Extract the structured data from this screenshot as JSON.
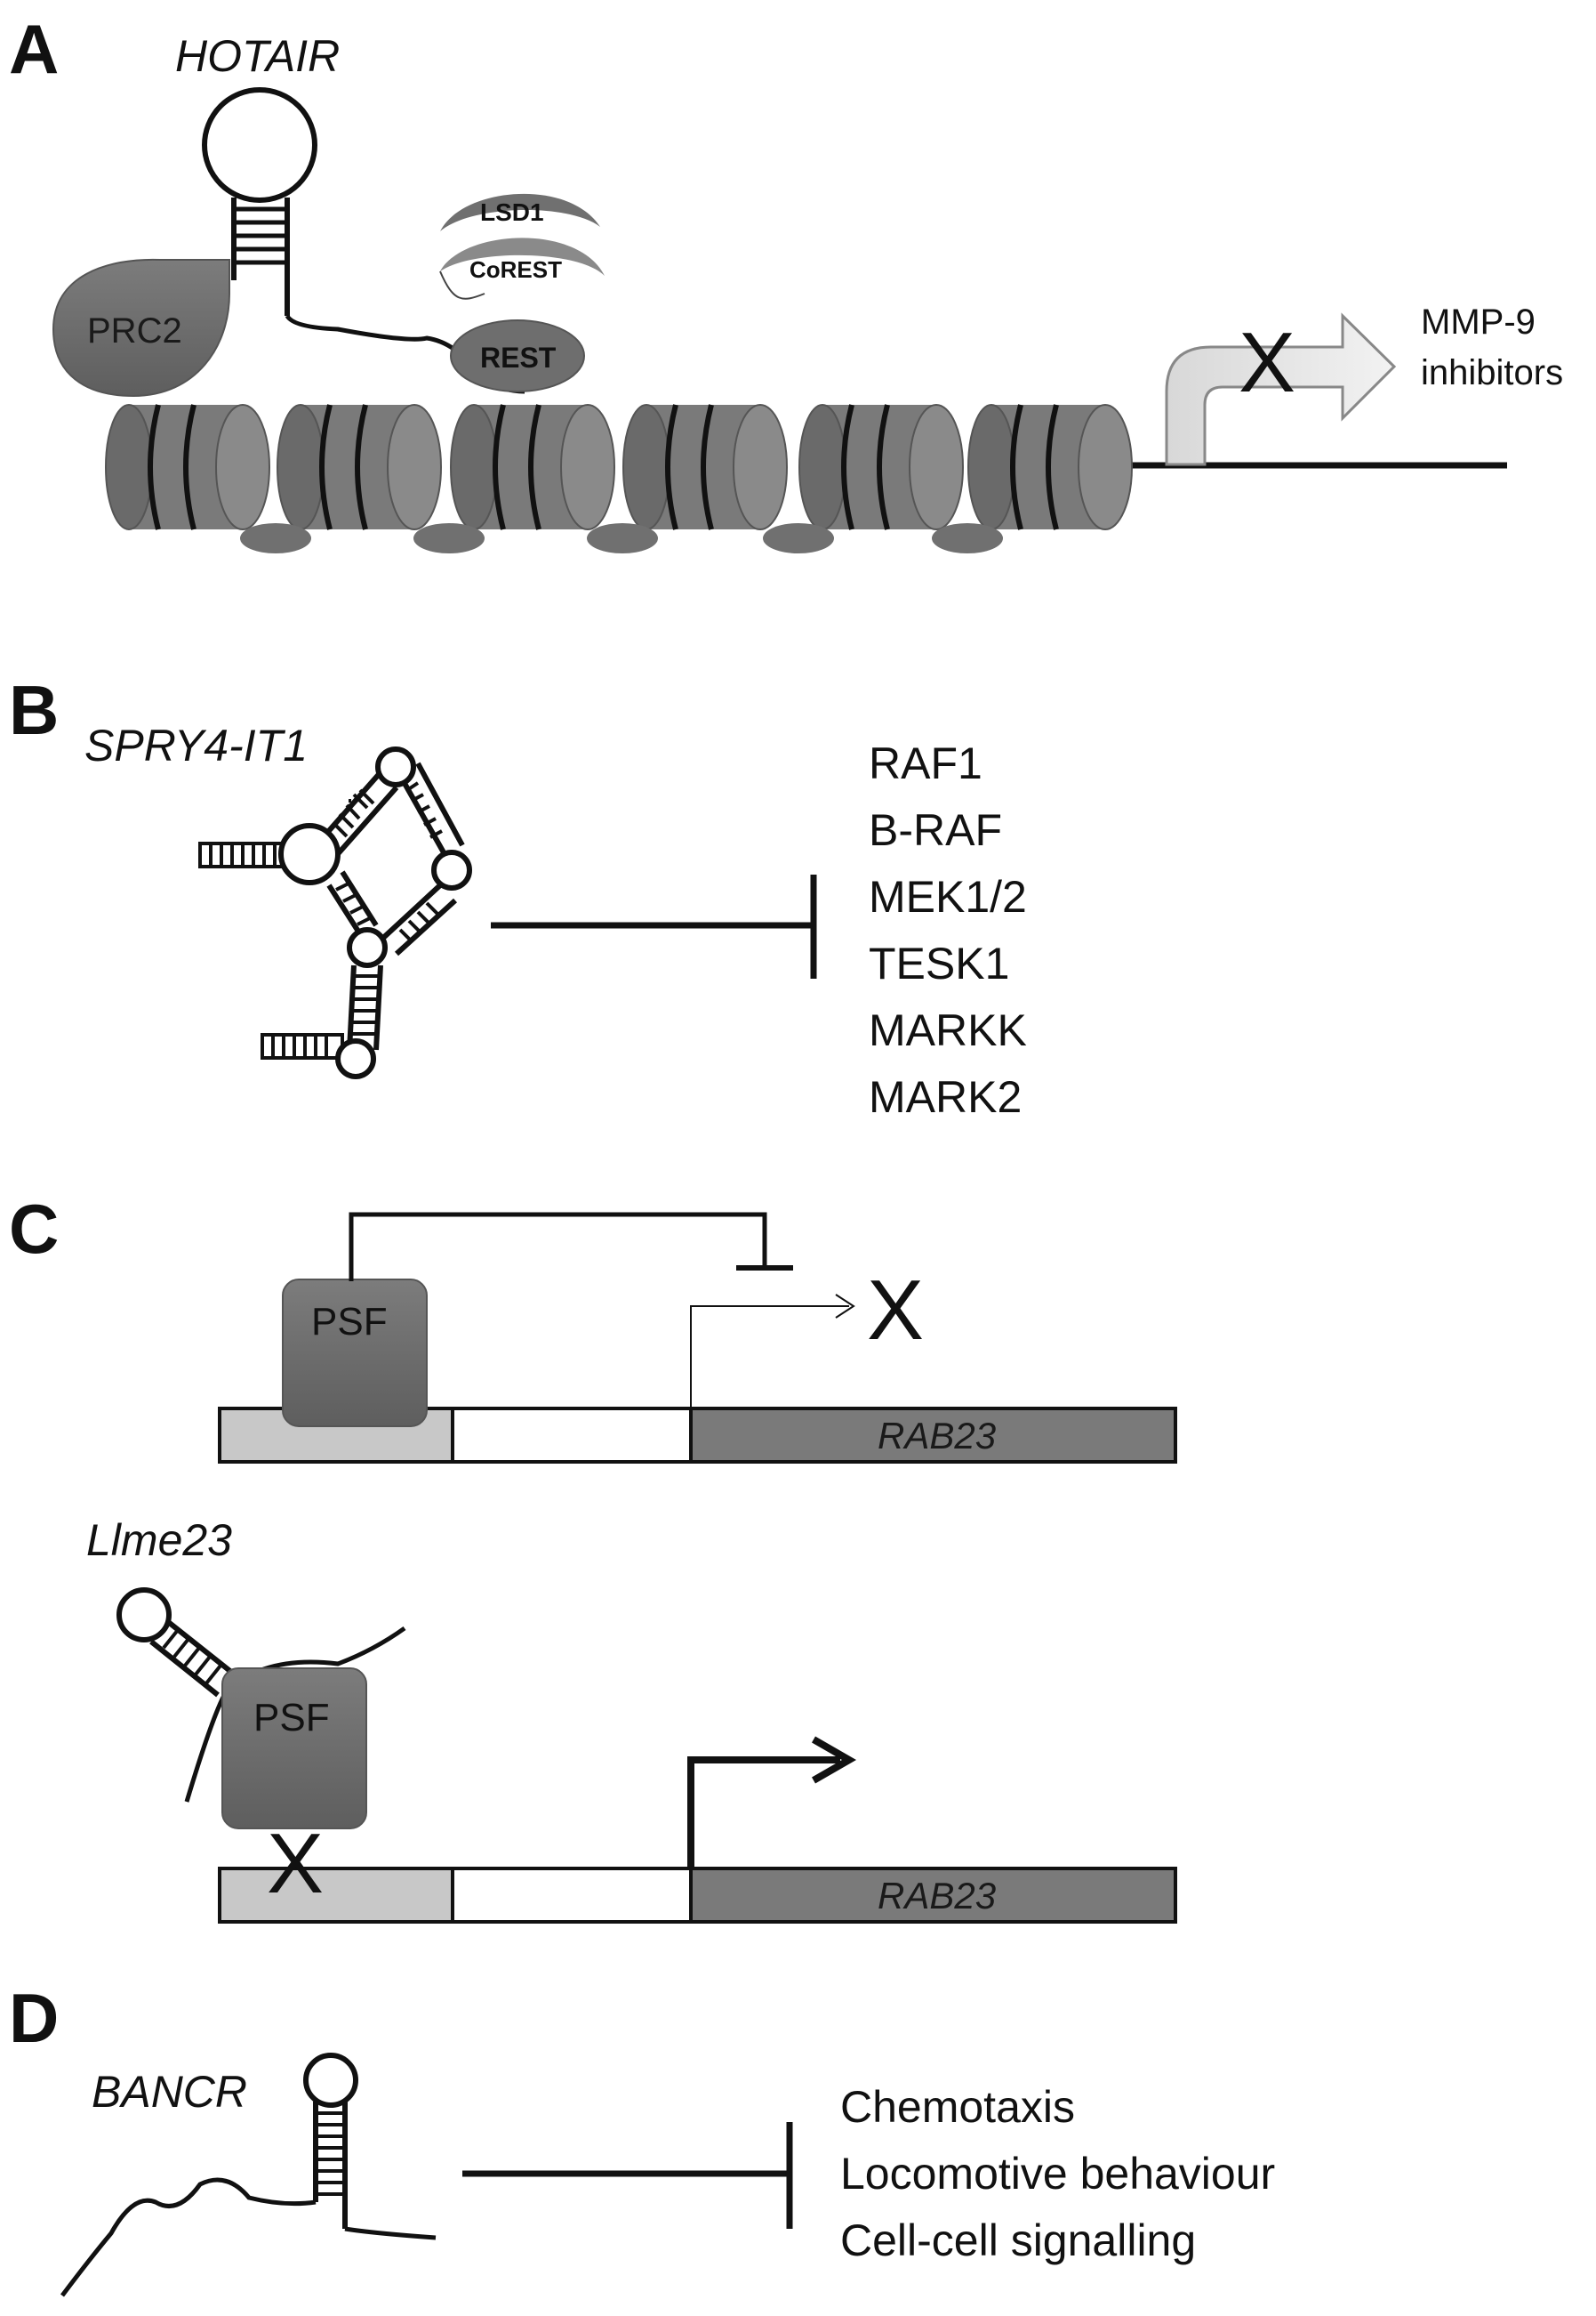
{
  "panels": {
    "a": {
      "letter": "A",
      "rna": "HOTAIR",
      "complex1": "PRC2",
      "cofactors": [
        "LSD1",
        "CoREST",
        "REST"
      ],
      "target_lines": [
        "MMP-9",
        "inhibitors"
      ],
      "block_mark": "X"
    },
    "b": {
      "letter": "B",
      "rna": "SPRY4-IT1",
      "targets": [
        "RAF1",
        "B-RAF",
        "MEK1/2",
        "TESK1",
        "MARKK",
        "MARK2"
      ]
    },
    "c": {
      "letter": "C",
      "protein": "PSF",
      "gene": "RAB23",
      "rna": "Llme23",
      "block_mark": "X"
    },
    "d": {
      "letter": "D",
      "rna": "BANCR",
      "targets": [
        "Chemotaxis",
        "Locomotive behaviour",
        "Cell-cell signalling"
      ]
    }
  },
  "colors": {
    "protein": "#6e6e6e",
    "nucleosome": "#7a7a7a",
    "promoter": "#c8c8c8",
    "gene_body": "#7a7a7a",
    "line": "#111111"
  }
}
